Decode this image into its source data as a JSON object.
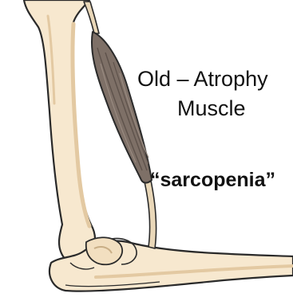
{
  "caption": {
    "line1": "Old – Atrophy",
    "line2": "Muscle",
    "term": "“sarcopenia”"
  },
  "figure": {
    "subject": "arm-bones-with-atrophied-muscle",
    "parts": [
      "humerus-bone",
      "forearm-bone",
      "elbow-joint",
      "atrophied-muscle",
      "tendon"
    ],
    "colors": {
      "bone_fill": "#F7E8CF",
      "bone_shade": "#E3C9A2",
      "outline": "#2A2A2A",
      "muscle_fill": "#7E7067",
      "muscle_shade": "#5E524B",
      "tendon_fill": "#E9D7B8",
      "text": "#111111"
    }
  }
}
